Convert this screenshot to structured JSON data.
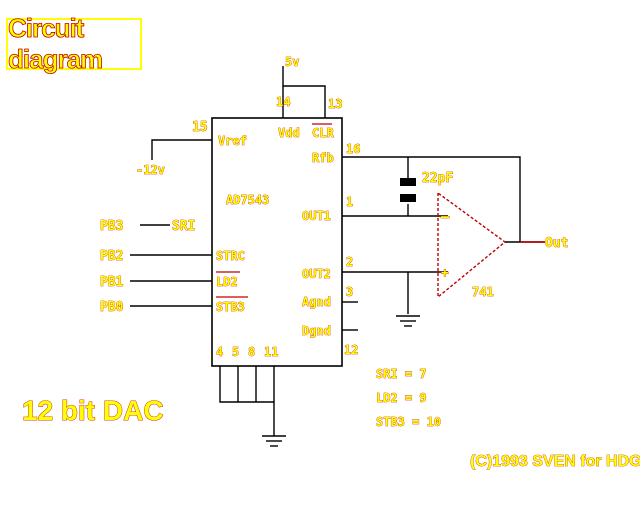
{
  "title": "Circuit diagram",
  "supply": "5v",
  "ic": {
    "name": "AD7543",
    "pin_14": "14",
    "pin_13": "13",
    "pin_15": "15",
    "vref": "Vref",
    "vdd": "Vdd",
    "clr": "CLR",
    "rfb": "Rfb",
    "rfb_pin": "16",
    "out1": "OUT1",
    "out1_pin": "1",
    "out2": "OUT2",
    "out2_pin": "2",
    "agnd": "Agnd",
    "agnd_pin": "3",
    "dgnd": "Dgnd",
    "dgnd_pin": "12",
    "strc": "STRC",
    "ld2": "LD2",
    "stb3": "STB3",
    "bottom_pins": [
      "4",
      "5",
      "8",
      "11"
    ]
  },
  "vref_supply": "-12v",
  "ports": [
    "PB3",
    "PB2",
    "PB1",
    "PB0"
  ],
  "pb3_signal": "SRI",
  "capacitor": "22pF",
  "opamp": "741",
  "output": "Out",
  "pin_notes": [
    "SRI = 7",
    "LD2 = 9",
    "STB3 = 10"
  ],
  "caption": "12 bit DAC",
  "footer": "(C)1993 SVEN for HDG"
}
